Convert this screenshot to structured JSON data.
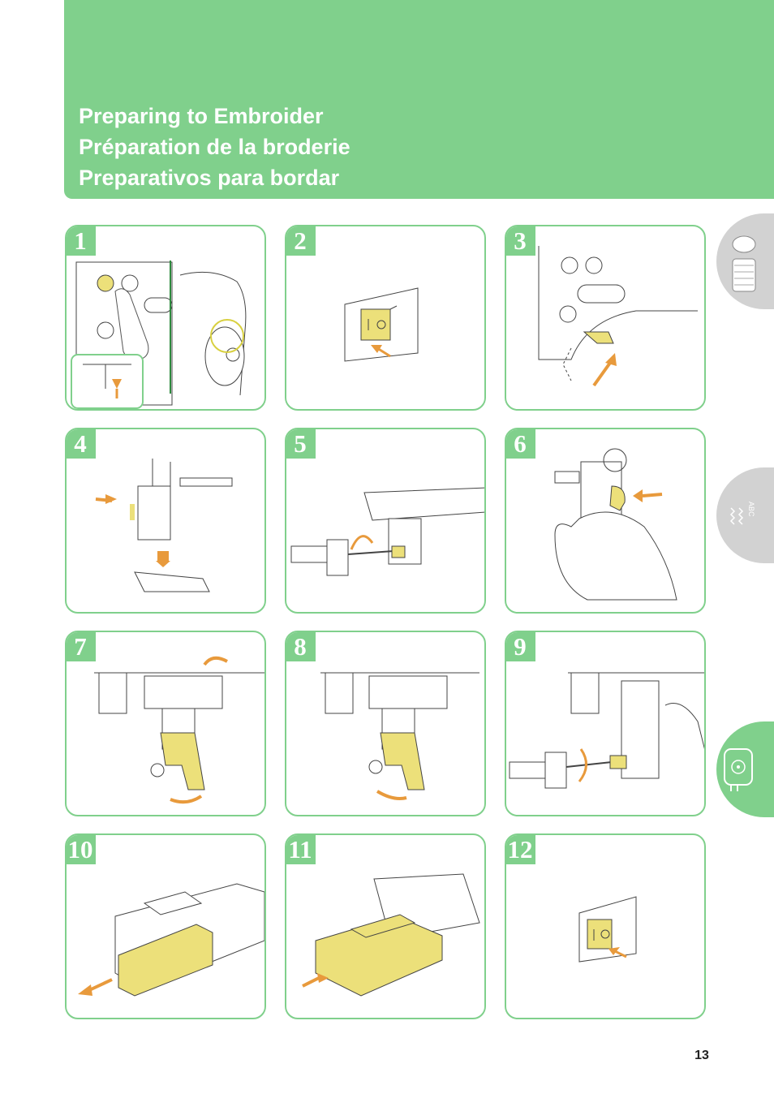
{
  "header": {
    "titles": [
      "Preparing to Embroider",
      "Préparation de la broderie",
      "Preparativos para bordar"
    ]
  },
  "steps": [
    {
      "number": "1"
    },
    {
      "number": "2"
    },
    {
      "number": "3"
    },
    {
      "number": "4"
    },
    {
      "number": "5"
    },
    {
      "number": "6"
    },
    {
      "number": "7"
    },
    {
      "number": "8"
    },
    {
      "number": "9"
    },
    {
      "number": "10"
    },
    {
      "number": "11"
    },
    {
      "number": "12"
    }
  ],
  "side_tabs": [
    {
      "icon": "thread-spool-icon",
      "active": false
    },
    {
      "icon": "letters-stitch-icon",
      "active": false,
      "label": "ABC"
    },
    {
      "icon": "embroidery-hoop-icon",
      "active": true
    }
  ],
  "page_number": "13",
  "colors": {
    "accent_green": "#80d08c",
    "highlight_yellow": "#ece07a",
    "arrow_orange": "#e89a3c",
    "tab_gray": "#d2d2d2"
  }
}
